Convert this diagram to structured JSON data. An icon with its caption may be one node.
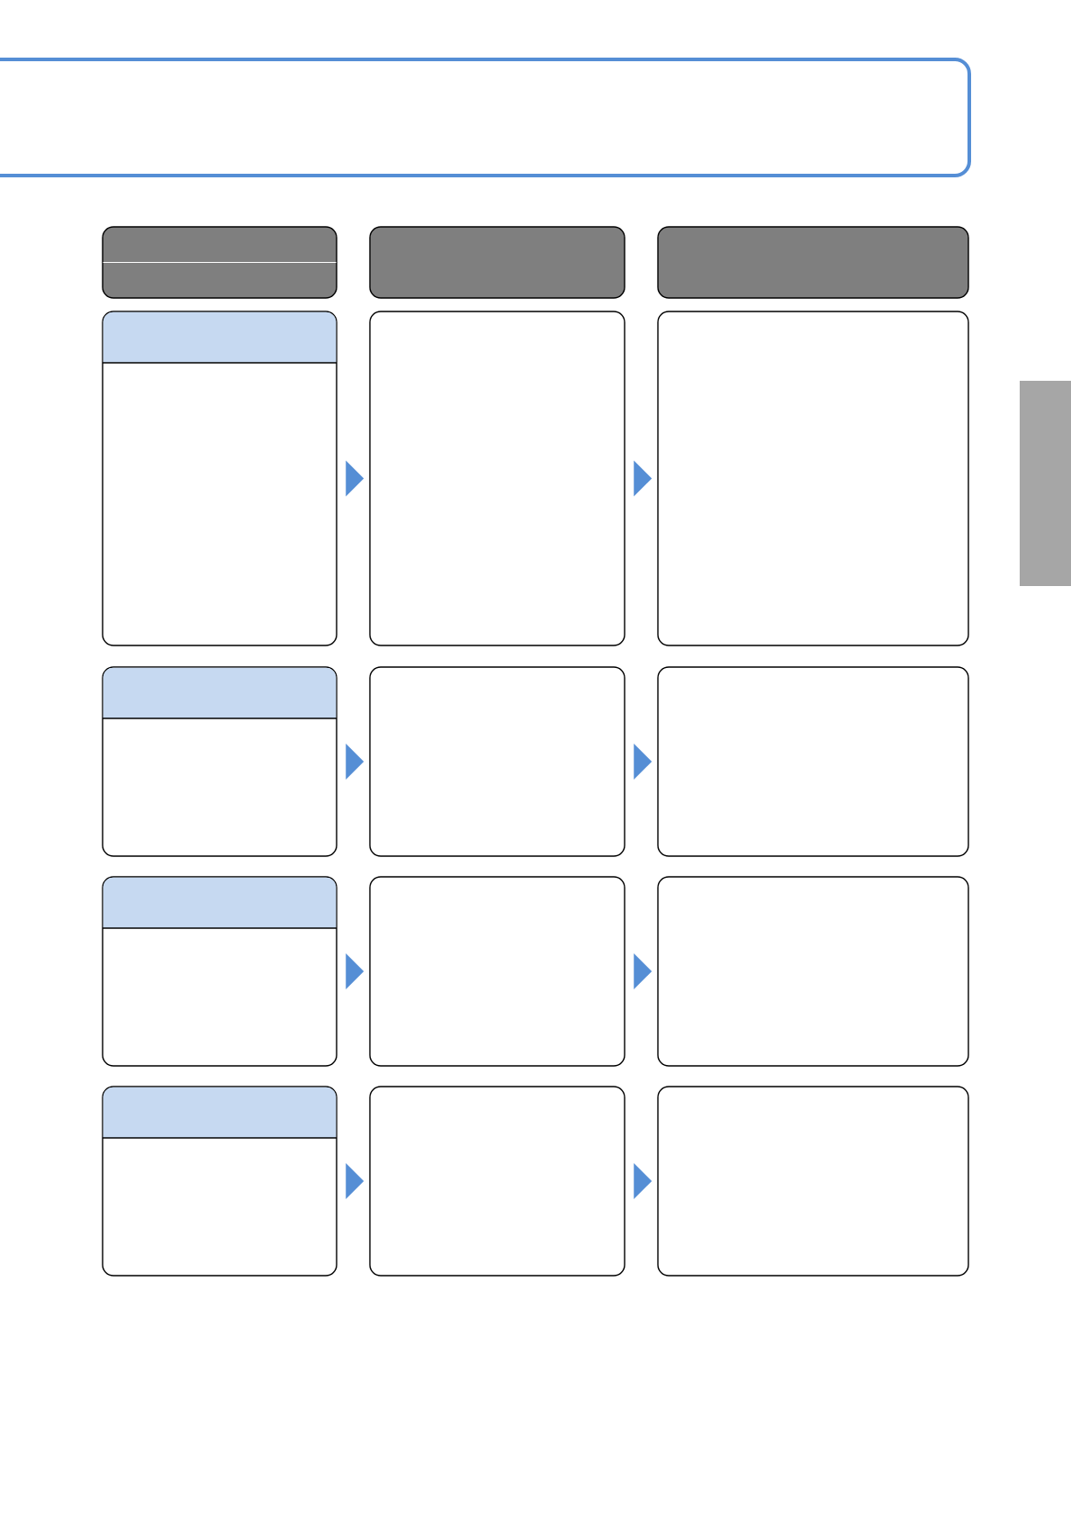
{
  "diagram": {
    "nodes": [
      {
        "text": [],
        "shape": "box"
      },
      {
        "text": [],
        "shape": "bar"
      },
      {
        "text": [],
        "shape": "bar"
      },
      {
        "text": [],
        "shape": "bar"
      },
      {
        "text": [],
        "shape": "box"
      },
      {
        "text": [],
        "shape": "band",
        "in": 4
      },
      {
        "text": [],
        "shape": "box"
      },
      {
        "text": [],
        "shape": "box"
      },
      {
        "text": [],
        "shape": "box"
      },
      {
        "text": [],
        "shape": "band",
        "in": 8
      },
      {
        "text": [],
        "shape": "box"
      },
      {
        "text": [],
        "shape": "box"
      },
      {
        "text": [],
        "shape": "box"
      },
      {
        "text": [],
        "shape": "band",
        "in": 12
      },
      {
        "text": [],
        "shape": "box"
      },
      {
        "text": [],
        "shape": "box"
      },
      {
        "text": [],
        "shape": "box"
      },
      {
        "text": [],
        "shape": "band",
        "in": 16
      },
      {
        "text": [],
        "shape": "box"
      },
      {
        "text": [],
        "shape": "box"
      }
    ],
    "edges": [
      {
        "from": 4,
        "to": 6,
        "arrow": "to"
      },
      {
        "from": 6,
        "to": 7,
        "arrow": "to"
      },
      {
        "from": 8,
        "to": 10,
        "arrow": "to"
      },
      {
        "from": 10,
        "to": 11,
        "arrow": "to"
      },
      {
        "from": 12,
        "to": 14,
        "arrow": "to"
      },
      {
        "from": 14,
        "to": 15,
        "arrow": "to"
      },
      {
        "from": 16,
        "to": 18,
        "arrow": "to"
      },
      {
        "from": 18,
        "to": 19,
        "arrow": "to"
      }
    ]
  }
}
